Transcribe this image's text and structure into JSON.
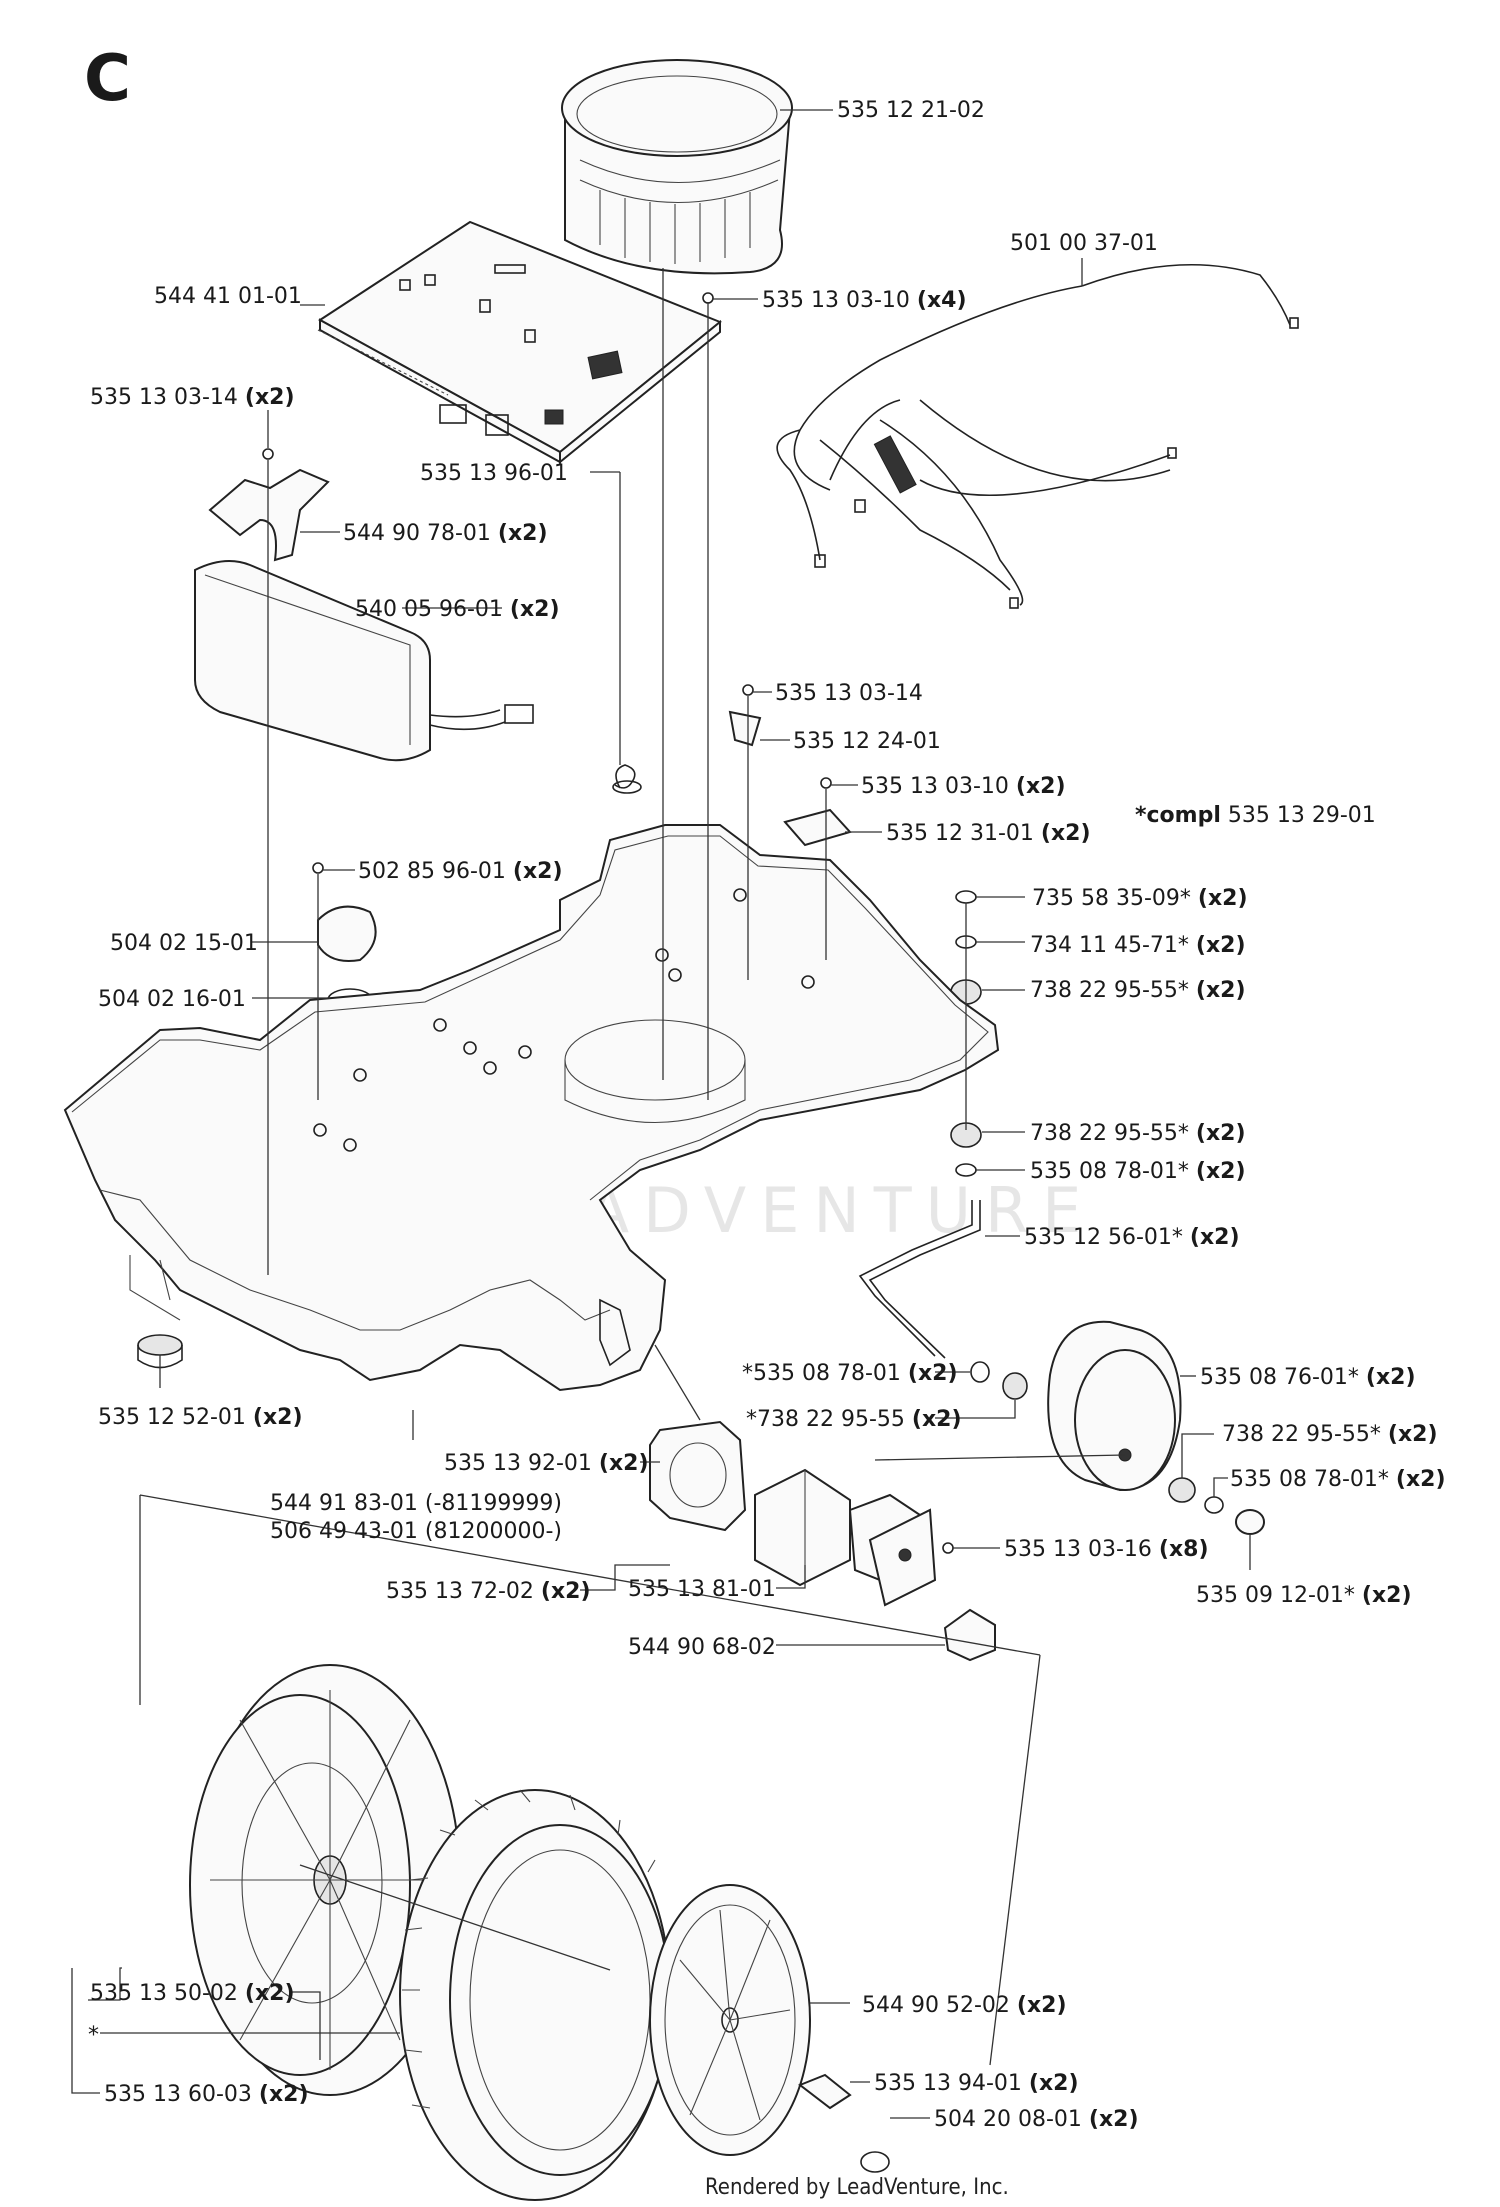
{
  "section_letter": "C",
  "watermark": "LEADVENTURE",
  "footer": "Rendered by LeadVenture, Inc.",
  "compl_note": {
    "prefix": "*compl",
    "number": "535 13 29-01"
  },
  "labels": [
    {
      "id": "l01",
      "number": "535 12 21-02",
      "qty": ""
    },
    {
      "id": "l02",
      "number": "501 00 37-01",
      "qty": ""
    },
    {
      "id": "l03",
      "number": "544 41 01-01",
      "qty": ""
    },
    {
      "id": "l04",
      "number": "535 13 03-10",
      "qty": "(x4)"
    },
    {
      "id": "l05",
      "number": "535 13 03-14",
      "qty": "(x2)"
    },
    {
      "id": "l06",
      "number": "535 13 96-01",
      "qty": ""
    },
    {
      "id": "l07",
      "number": "544 90 78-01",
      "qty": "(x2)"
    },
    {
      "id": "l08",
      "number": "540 05 96-01",
      "qty": "(x2)"
    },
    {
      "id": "l09",
      "number": "535 13 03-14",
      "qty": ""
    },
    {
      "id": "l10",
      "number": "535 12 24-01",
      "qty": ""
    },
    {
      "id": "l11",
      "number": "535 13 03-10",
      "qty": "(x2)"
    },
    {
      "id": "l12",
      "number": "535 12 31-01",
      "qty": "(x2)"
    },
    {
      "id": "l13",
      "number": "502 85 96-01",
      "qty": "(x2)"
    },
    {
      "id": "l14",
      "number": "735 58 35-09*",
      "qty": "(x2)"
    },
    {
      "id": "l15",
      "number": "504 02 15-01",
      "qty": ""
    },
    {
      "id": "l16",
      "number": "734 11 45-71*",
      "qty": "(x2)"
    },
    {
      "id": "l17",
      "number": "738 22 95-55*",
      "qty": "(x2)"
    },
    {
      "id": "l18",
      "number": "504 02 16-01",
      "qty": ""
    },
    {
      "id": "l19",
      "number": "738 22 95-55*",
      "qty": "(x2)"
    },
    {
      "id": "l20",
      "number": "535 08 78-01*",
      "qty": "(x2)"
    },
    {
      "id": "l21",
      "number": "535 12 56-01*",
      "qty": "(x2)"
    },
    {
      "id": "l22",
      "number": "*535 08 78-01",
      "qty": "(x2)"
    },
    {
      "id": "l23",
      "number": "535 08 76-01*",
      "qty": "(x2)"
    },
    {
      "id": "l24",
      "number": "*738 22 95-55",
      "qty": "(x2)"
    },
    {
      "id": "l25",
      "number": "535 12 52-01",
      "qty": "(x2)"
    },
    {
      "id": "l26",
      "number": "738 22 95-55*",
      "qty": "(x2)"
    },
    {
      "id": "l27",
      "number": "535 13 92-01",
      "qty": "(x2)"
    },
    {
      "id": "l28",
      "number": "535 08 78-01*",
      "qty": "(x2)"
    },
    {
      "id": "l29",
      "number": "544 91 83-01 (-81199999)",
      "qty": ""
    },
    {
      "id": "l30",
      "number": "506 49 43-01 (81200000-)",
      "qty": ""
    },
    {
      "id": "l31",
      "number": "535 13 03-16",
      "qty": "(x8)"
    },
    {
      "id": "l32",
      "number": "535 13 81-01",
      "qty": ""
    },
    {
      "id": "l33",
      "number": "535 13 72-02",
      "qty": "(x2)"
    },
    {
      "id": "l34",
      "number": "535 09 12-01*",
      "qty": "(x2)"
    },
    {
      "id": "l35",
      "number": "544 90 68-02",
      "qty": ""
    },
    {
      "id": "l36",
      "number": "535 13 50-02",
      "qty": "(x2)"
    },
    {
      "id": "l37",
      "number": "544 90 52-02",
      "qty": "(x2)"
    },
    {
      "id": "l38",
      "number": "*",
      "qty": ""
    },
    {
      "id": "l39",
      "number": "535 13 94-01",
      "qty": "(x2)"
    },
    {
      "id": "l40",
      "number": "535 13 60-03",
      "qty": "(x2)"
    },
    {
      "id": "l41",
      "number": "504 20 08-01",
      "qty": "(x2)"
    }
  ]
}
